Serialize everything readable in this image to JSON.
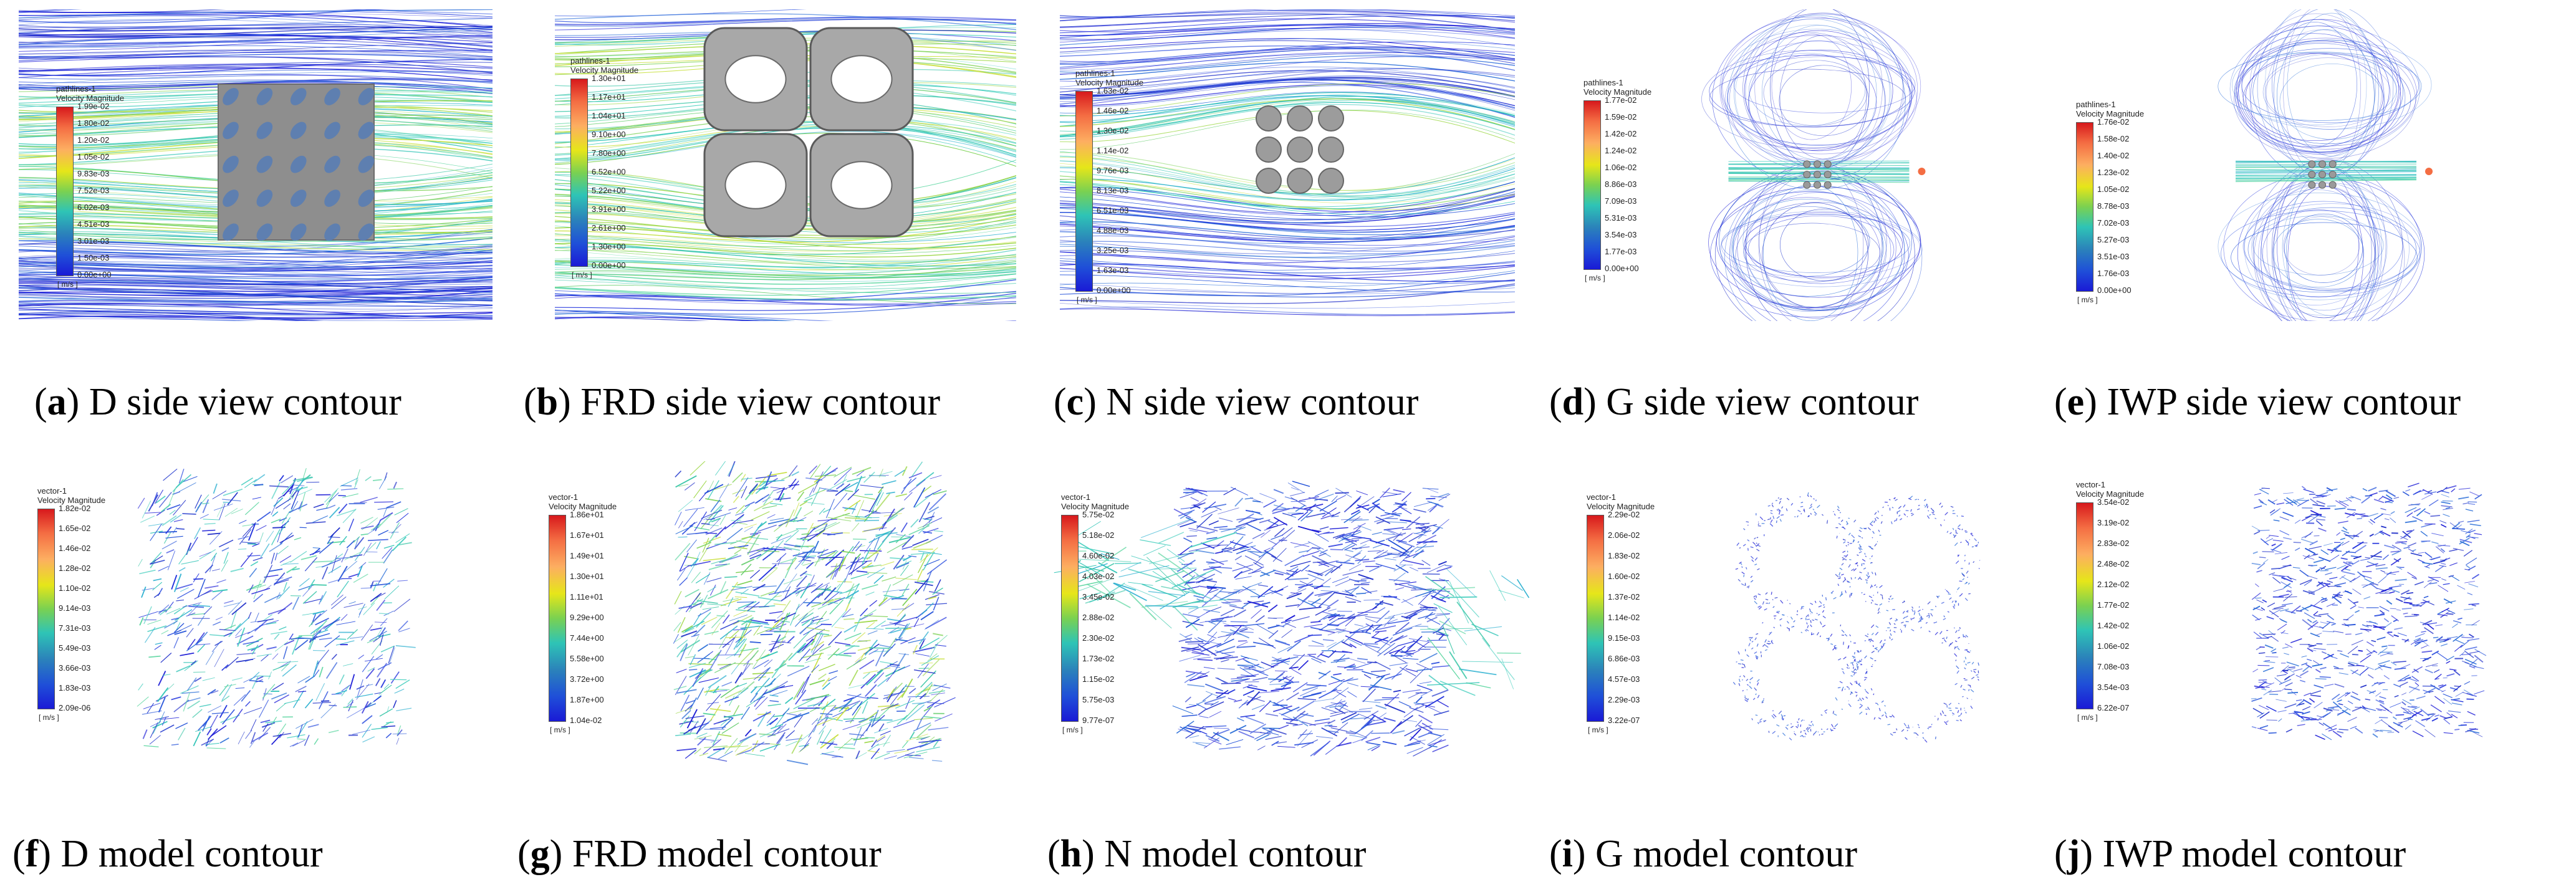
{
  "panels": [
    {
      "id": "a",
      "letter": "a",
      "caption": "D side view contour",
      "legend_title": [
        "pathlines-1",
        "Velocity Magnitude"
      ],
      "ticks": [
        "1.99e-02",
        "1.80e-02",
        "1.20e-02",
        "1.05e-02",
        "9.83e-03",
        "7.52e-03",
        "6.02e-03",
        "4.51e-03",
        "3.01e-03",
        "1.50e-03",
        "0.00e+00"
      ],
      "unit": "[ m/s ]"
    },
    {
      "id": "b",
      "letter": "b",
      "caption": "FRD side view contour",
      "legend_title": [
        "pathlines-1",
        "Velocity Magnitude"
      ],
      "ticks": [
        "1.30e+01",
        "1.17e+01",
        "1.04e+01",
        "9.10e+00",
        "7.80e+00",
        "6.52e+00",
        "5.22e+00",
        "3.91e+00",
        "2.61e+00",
        "1.30e+00",
        "0.00e+00"
      ],
      "unit": "[ m/s ]"
    },
    {
      "id": "c",
      "letter": "c",
      "caption": "N side view contour",
      "legend_title": [
        "pathlines-1",
        "Velocity Magnitude"
      ],
      "ticks": [
        "1.63e-02",
        "1.46e-02",
        "1.30e-02",
        "1.14e-02",
        "9.76e-03",
        "8.13e-03",
        "6.51e-03",
        "4.88e-03",
        "3.25e-03",
        "1.63e-03",
        "0.00e+00"
      ],
      "unit": "[ m/s ]"
    },
    {
      "id": "d",
      "letter": "d",
      "caption": "G side view contour",
      "legend_title": [
        "pathlines-1",
        "Velocity Magnitude"
      ],
      "ticks": [
        "1.77e-02",
        "1.59e-02",
        "1.42e-02",
        "1.24e-02",
        "1.06e-02",
        "8.86e-03",
        "7.09e-03",
        "5.31e-03",
        "3.54e-03",
        "1.77e-03",
        "0.00e+00"
      ],
      "unit": "[ m/s ]"
    },
    {
      "id": "e",
      "letter": "e",
      "caption": "IWP side view contour",
      "legend_title": [
        "pathlines-1",
        "Velocity Magnitude"
      ],
      "ticks": [
        "1.76e-02",
        "1.58e-02",
        "1.40e-02",
        "1.23e-02",
        "1.05e-02",
        "8.78e-03",
        "7.02e-03",
        "5.27e-03",
        "3.51e-03",
        "1.76e-03",
        "0.00e+00"
      ],
      "unit": "[ m/s ]"
    },
    {
      "id": "f",
      "letter": "f",
      "caption": "D model contour",
      "legend_title": [
        "vector-1",
        "Velocity Magnitude"
      ],
      "ticks": [
        "1.82e-02",
        "1.65e-02",
        "1.46e-02",
        "1.28e-02",
        "1.10e-02",
        "9.14e-03",
        "7.31e-03",
        "5.49e-03",
        "3.66e-03",
        "1.83e-03",
        "2.09e-06"
      ],
      "unit": "[ m/s ]"
    },
    {
      "id": "g",
      "letter": "g",
      "caption": "FRD model contour",
      "legend_title": [
        "vector-1",
        "Velocity Magnitude"
      ],
      "ticks": [
        "1.86e+01",
        "1.67e+01",
        "1.49e+01",
        "1.30e+01",
        "1.11e+01",
        "9.29e+00",
        "7.44e+00",
        "5.58e+00",
        "3.72e+00",
        "1.87e+00",
        "1.04e-02"
      ],
      "unit": "[ m/s ]"
    },
    {
      "id": "h",
      "letter": "h",
      "caption": "N model contour",
      "legend_title": [
        "vector-1",
        "Velocity Magnitude"
      ],
      "ticks": [
        "5.75e-02",
        "5.18e-02",
        "4.60e-02",
        "4.03e-02",
        "3.45e-02",
        "2.88e-02",
        "2.30e-02",
        "1.73e-02",
        "1.15e-02",
        "5.75e-03",
        "9.77e-07"
      ],
      "unit": "[ m/s ]"
    },
    {
      "id": "i",
      "letter": "i",
      "caption": "G model contour",
      "legend_title": [
        "vector-1",
        "Velocity Magnitude"
      ],
      "ticks": [
        "2.29e-02",
        "2.06e-02",
        "1.83e-02",
        "1.60e-02",
        "1.37e-02",
        "1.14e-02",
        "9.15e-03",
        "6.86e-03",
        "4.57e-03",
        "2.29e-03",
        "3.22e-07"
      ],
      "unit": "[ m/s ]"
    },
    {
      "id": "j",
      "letter": "j",
      "caption": "IWP model contour",
      "legend_title": [
        "vector-1",
        "Velocity Magnitude"
      ],
      "ticks": [
        "3.54e-02",
        "3.19e-02",
        "2.83e-02",
        "2.48e-02",
        "2.12e-02",
        "1.77e-02",
        "1.42e-02",
        "1.06e-02",
        "7.08e-03",
        "3.54e-03",
        "6.22e-07"
      ],
      "unit": "[ m/s ]"
    }
  ],
  "colors": {
    "low": "#1a1ad6",
    "mid": "#2ec4b6",
    "high": "#d7191c",
    "solid": "#9a9a9a"
  }
}
